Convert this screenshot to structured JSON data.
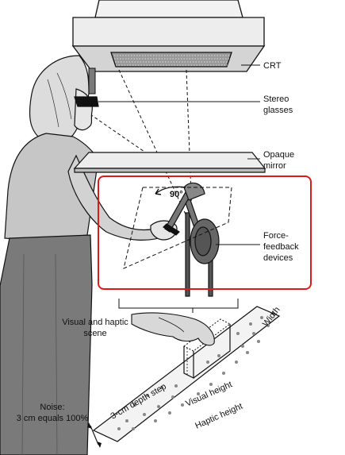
{
  "labels": {
    "crt": "CRT",
    "stereo": [
      "Stereo",
      "glasses"
    ],
    "mirror": [
      "Opaque",
      "mirror"
    ],
    "force": [
      "Force-",
      "feedback",
      "devices"
    ],
    "angle": "90°",
    "scene": [
      "Visual and haptic",
      "scene"
    ],
    "noise": [
      "Noise:",
      "3 cm equals 100%"
    ],
    "depth_step": "3-cm depth step",
    "visual_height": "Visual height",
    "haptic_height": "Haptic height",
    "width": "Width"
  },
  "colors": {
    "highlight": "#e01818",
    "line": "#111111",
    "figure_fill": "#d9d9d9",
    "shirt_fill": "#bdbdbd",
    "pants_fill": "#7d7d7d",
    "device_fill": "#6a6a6a"
  }
}
